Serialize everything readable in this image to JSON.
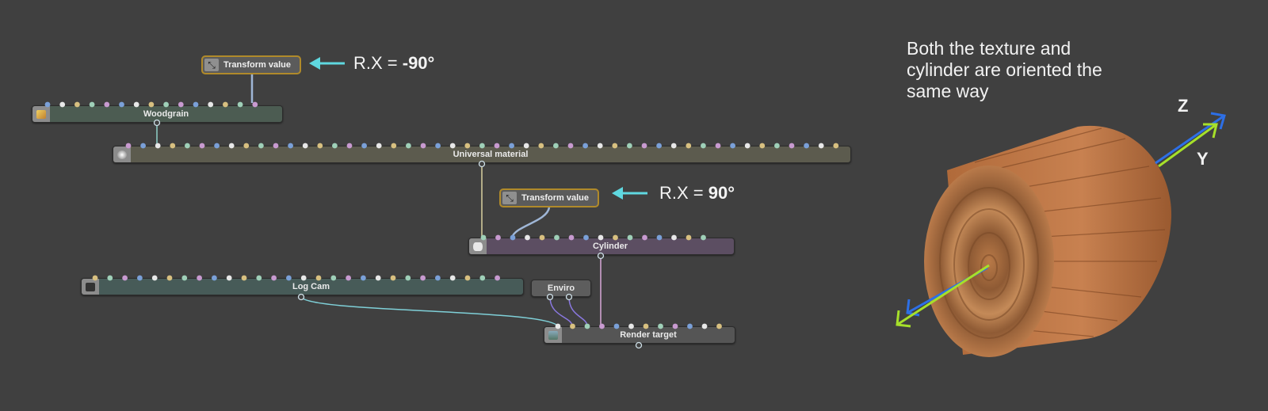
{
  "nodes": {
    "transform_value_top": "Transform value",
    "transform_value_mid": "Transform value",
    "woodgrain": "Woodgrain",
    "universal_material": "Universal material",
    "cylinder": "Cylinder",
    "log_cam": "Log Cam",
    "enviro": "Enviro",
    "render_target": "Render target"
  },
  "annotations": {
    "rx_top_prefix": "R.X = ",
    "rx_top_value": "-90°",
    "rx_mid_prefix": "R.X = ",
    "rx_mid_value": "90°"
  },
  "caption": "Both the texture and cylinder are oriented the same way",
  "axes": {
    "z": "Z",
    "y": "Y"
  },
  "colors": {
    "arrow": "#5fd8e0",
    "node_border_selected": "#b08a2a",
    "axis_blue": "#2d6fe6",
    "axis_green": "#a6e02a"
  }
}
